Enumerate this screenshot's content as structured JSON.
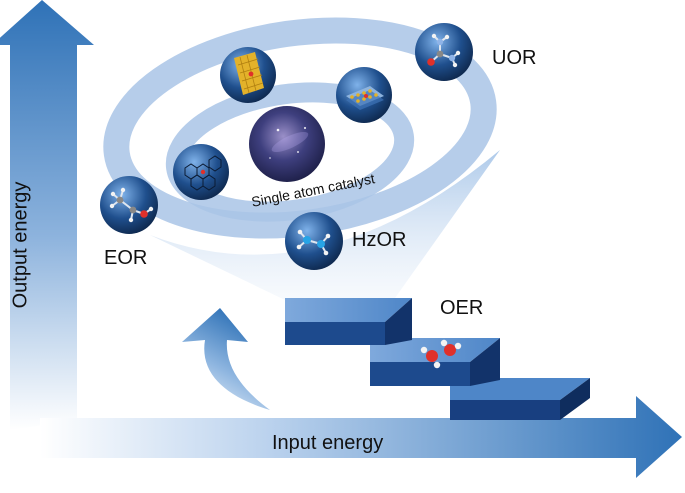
{
  "labels": {
    "y_axis": "Output energy",
    "x_axis": "Input energy",
    "center": "Single atom catalyst",
    "uor": "UOR",
    "eor": "EOR",
    "hzor": "HzOR",
    "oer": "OER"
  },
  "icons": {
    "center": "galaxy-sphere-icon",
    "graphene": "graphene-lattice-sphere-icon",
    "surface_grid": "gold-surface-grid-sphere-icon",
    "layered_support": "layered-support-sphere-icon",
    "urea": "urea-molecule-sphere-icon",
    "ethanol": "ethanol-molecule-sphere-icon",
    "hydrazine": "hydrazine-molecule-sphere-icon",
    "water": "water-molecule-icon"
  },
  "colors": {
    "arrow_blue": "#2f72b7",
    "ring_blue": "#a9c4e6",
    "sphere_dark": "#163d72",
    "step_top": "#2e6bb2",
    "step_side": "#183f80",
    "gold": "#e3b22a",
    "oxygen_red": "#e0302a"
  }
}
